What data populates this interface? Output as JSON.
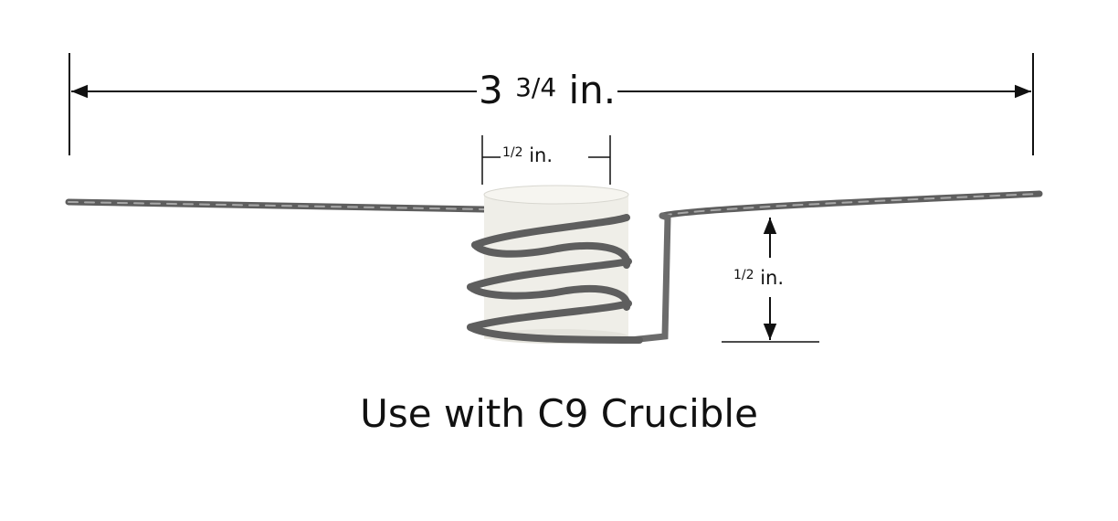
{
  "dimensions": {
    "overall_length": {
      "whole": "3",
      "fraction": "3/4",
      "unit": "in."
    },
    "coil_diameter": {
      "fraction": "1/2",
      "unit": "in."
    },
    "offset_height": {
      "fraction": "1/2",
      "unit": "in."
    }
  },
  "caption": "Use with C9 Crucible",
  "colors": {
    "wire": "#6b6b6b",
    "insulator": "#efeee8",
    "line": "#111111"
  }
}
